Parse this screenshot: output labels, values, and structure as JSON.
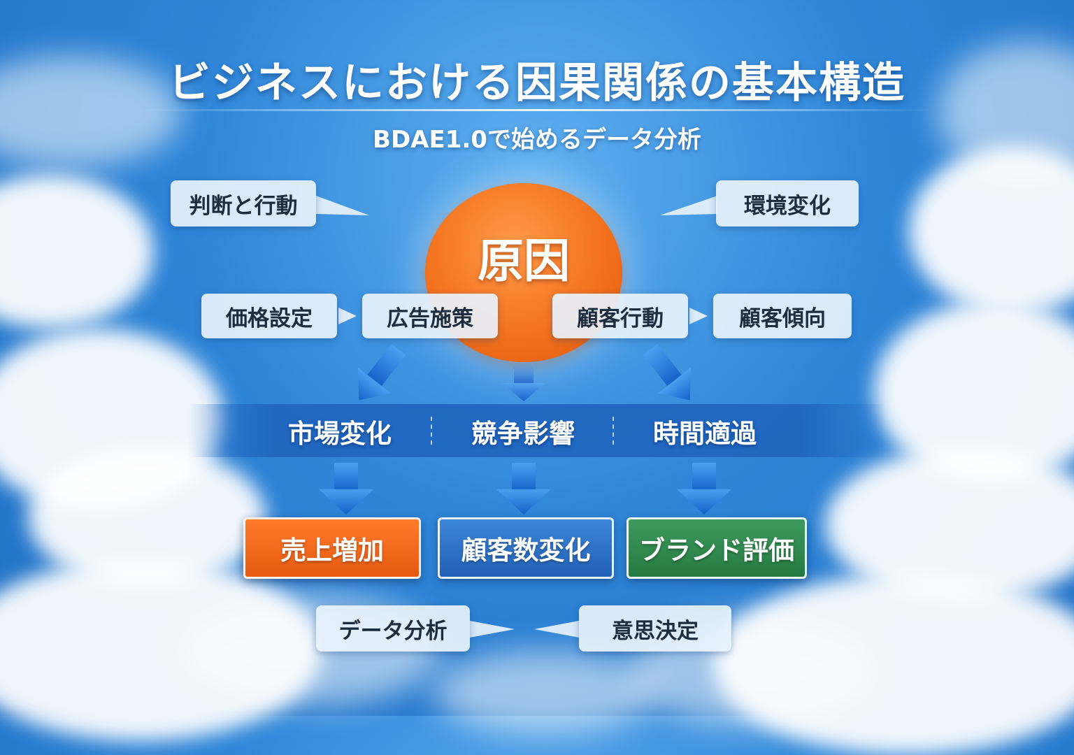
{
  "title": "ビジネスにおける因果関係の基本構造",
  "subtitle": "BDAE1.0で始めるデータ分析",
  "cause": "原因",
  "callouts": {
    "top_left": "判断と行動",
    "top_right": "環境変化",
    "bottom_left": "データ分析",
    "bottom_right": "意思決定"
  },
  "factors": [
    "価格設定",
    "広告施策",
    "顧客行動",
    "顧客傾向"
  ],
  "intermediate": [
    "市場変化",
    "競争影響",
    "時間適過"
  ],
  "results": [
    "売上増加",
    "顧客数変化",
    "ブランド評価"
  ],
  "colors": {
    "sky": "#2f86d9",
    "cause": "#f4731e",
    "band": "#1e64be",
    "arrow": "#1f73d6",
    "result_orange": "#e55a10",
    "result_blue": "#2160b6",
    "result_green": "#247a40"
  }
}
